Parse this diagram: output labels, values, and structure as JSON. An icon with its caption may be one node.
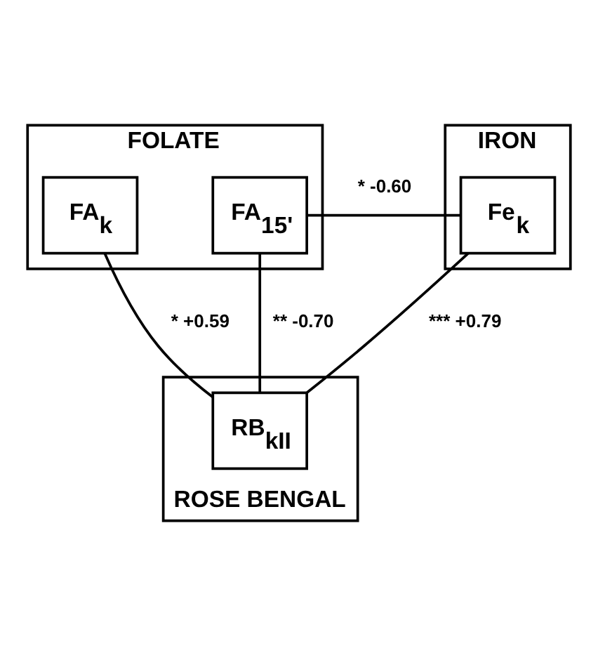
{
  "diagram": {
    "nodes": [
      {
        "text": [
          "FOLATE"
        ]
      },
      {
        "text": [
          "FA$_{k}$"
        ],
        "in": 0
      },
      {
        "text": [
          "FA$_{15'}$"
        ],
        "in": 0
      },
      {
        "text": [
          "IRON"
        ]
      },
      {
        "text": [
          "Fe$_{k}$"
        ],
        "in": 3
      },
      {
        "text": [
          "ROSE BENGAL"
        ]
      },
      {
        "text": [
          "RB$_{kII}$"
        ],
        "in": 5
      }
    ],
    "edges": [
      {
        "from": 2,
        "to": 4,
        "arrow": "none",
        "label": "* -0.60"
      },
      {
        "from": 1,
        "to": 6,
        "arrow": "none",
        "label": "* +0.59"
      },
      {
        "from": 2,
        "to": 6,
        "arrow": "none",
        "label": "** -0.70"
      },
      {
        "from": 4,
        "to": 6,
        "arrow": "none",
        "label": "*** +0.79"
      }
    ]
  }
}
